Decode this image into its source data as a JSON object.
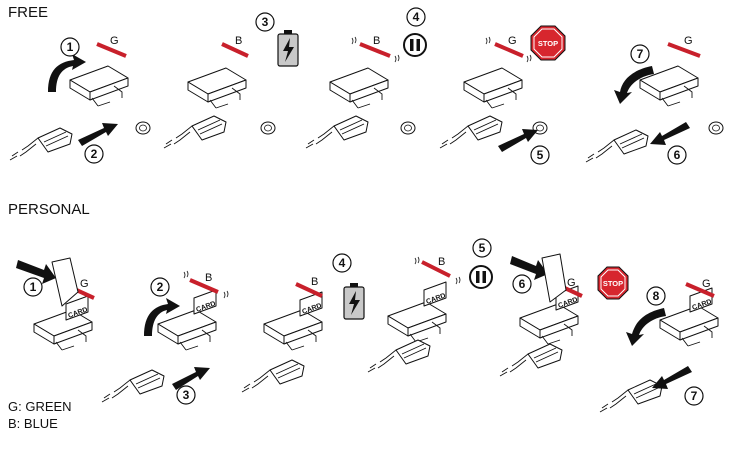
{
  "colors": {
    "led_bar": "#c8202b",
    "stop_sign": "#d7262e",
    "ink": "#111111",
    "battery_fill": "#c9c9c9"
  },
  "free_section": {
    "title": "FREE",
    "step_labels": {
      "plug_in_lift": "1",
      "plug_in_push": "2",
      "battery": "3",
      "pause": "4",
      "stop_press": "5",
      "unplug_push": "6",
      "unplug_lift": "7"
    },
    "led_letters": [
      "G",
      "B",
      "B",
      "G",
      "G"
    ],
    "stop_label": "STOP"
  },
  "personal_section": {
    "title": "PERSONAL",
    "step_labels": {
      "card_swipe": "1",
      "plug_lift": "2",
      "plug_push": "3",
      "battery": "4",
      "pause": "5",
      "card_swipe_end": "6",
      "unplug_push": "7",
      "unplug_lift": "8"
    },
    "led_letters": [
      "G",
      "B",
      "B",
      "B",
      "G",
      "G"
    ],
    "card_label": "CARD",
    "stop_label": "STOP"
  },
  "legend": {
    "green": "G: GREEN",
    "blue": "B: BLUE"
  },
  "icons": [
    "battery-charging-icon",
    "pause-icon",
    "stop-sign-icon",
    "card-icon",
    "plug-icon",
    "push-button-icon",
    "arrow-icon"
  ]
}
